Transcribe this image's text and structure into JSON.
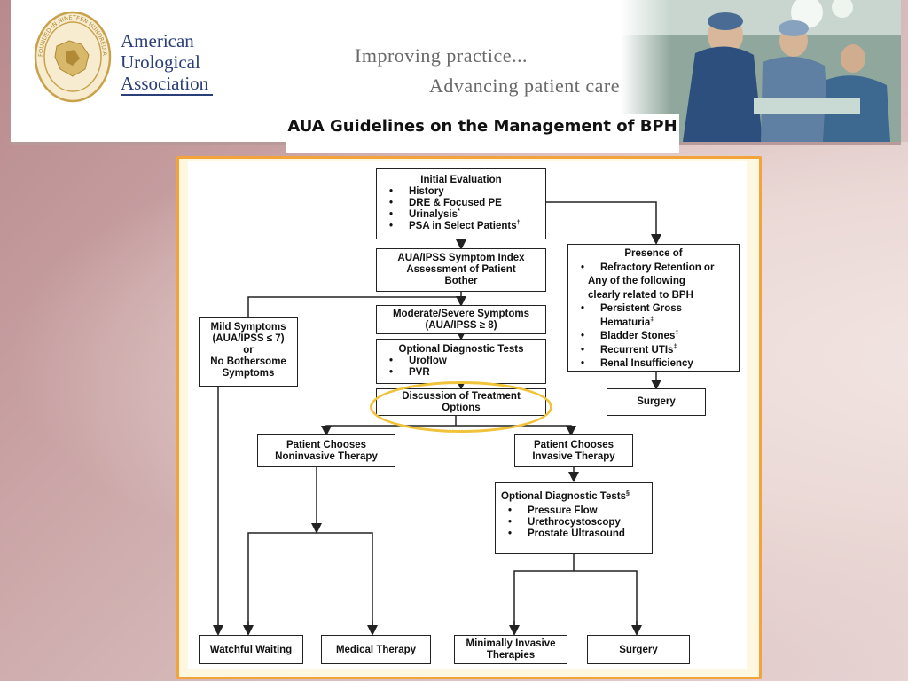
{
  "header": {
    "org_line1": "American",
    "org_line2": "Urological",
    "org_line3": "Association",
    "seal_text": "FOUNDED IN NINETEEN HUNDRED AND TWO",
    "tagline1": "Improving practice...",
    "tagline2": "Advancing patient care"
  },
  "slide": {
    "title": "AUA Guidelines on the Management of BPH"
  },
  "flowchart": {
    "initial": {
      "title": "Initial Evaluation",
      "items": [
        "History",
        "DRE & Focused PE",
        "Urinalysis",
        "PSA in Select Patients"
      ],
      "mark3": "*",
      "mark4": "†"
    },
    "symptom_index": {
      "line1": "AUA/IPSS Symptom Index",
      "line2": "Assessment of Patient",
      "line3": "Bother"
    },
    "presence": {
      "title": "Presence of",
      "item1": "Refractory Retention or",
      "line2": "Any of the following",
      "line3": "clearly related to BPH",
      "items": [
        "Persistent Gross Hematuria",
        "Bladder Stones",
        "Recurrent UTIs",
        "Renal Insufficiency"
      ],
      "mark": "‡"
    },
    "mild": {
      "line1": "Mild Symptoms",
      "line2": "(AUA/IPSS ≤ 7)",
      "line3": "or",
      "line4": "No Bothersome",
      "line5": "Symptoms"
    },
    "moderate": {
      "line1": "Moderate/Severe Symptoms",
      "line2": "(AUA/IPSS ≥ 8)"
    },
    "optional1": {
      "title": "Optional Diagnostic Tests",
      "items": [
        "Uroflow",
        "PVR"
      ]
    },
    "discussion": {
      "line1": "Discussion of Treatment",
      "line2": "Options"
    },
    "surgery_top": "Surgery",
    "noninvasive": {
      "line1": "Patient Chooses",
      "line2": "Noninvasive Therapy"
    },
    "invasive": {
      "line1": "Patient Chooses",
      "line2": "Invasive Therapy"
    },
    "optional2": {
      "title": "Optional Diagnostic Tests",
      "mark": "§",
      "items": [
        "Pressure Flow",
        "Urethrocystoscopy",
        "Prostate Ultrasound"
      ]
    },
    "watchful": "Watchful Waiting",
    "medical": "Medical Therapy",
    "minimally": {
      "line1": "Minimally Invasive",
      "line2": "Therapies"
    },
    "surgery_bottom": "Surgery"
  },
  "colors": {
    "brand_navy": "#2a3f7a",
    "panel_border": "#f2a33a",
    "highlight": "#f0c33a",
    "seal_gold": "#c9a14a"
  }
}
